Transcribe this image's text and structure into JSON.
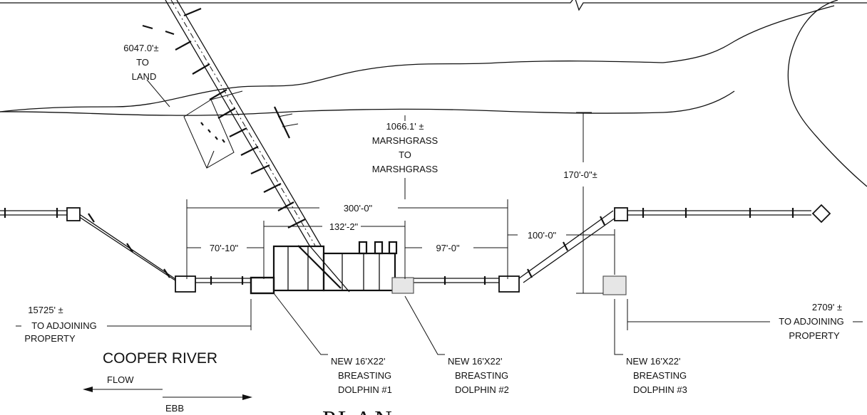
{
  "labels": {
    "to_land_dim": "6047.0'±",
    "to_land_to": "TO",
    "to_land_land": "LAND",
    "marsh_dim": "1066.1' ±",
    "marsh_l1": "MARSHGRASS",
    "marsh_l2": "TO",
    "marsh_l3": "MARSHGRASS",
    "dim_170": "170'-0\"±",
    "dim_300": "300'-0\"",
    "dim_132": "132'-2\"",
    "dim_70": "70'-10\"",
    "dim_97": "97'-0\"",
    "dim_100": "100'-0\"",
    "left_dim": "15725' ±",
    "left_to": "TO ADJOINING",
    "left_prop": "PROPERTY",
    "right_dim": "2709' ±",
    "right_to": "TO ADJOINING",
    "right_prop": "PROPERTY",
    "river": "COOPER RIVER",
    "flow": "FLOW",
    "ebb": "EBB",
    "d1_a": "NEW 16'X22'",
    "d1_b": "BREASTING",
    "d1_c": "DOLPHIN #1",
    "d2_a": "NEW 16'X22'",
    "d2_b": "BREASTING",
    "d2_c": "DOLPHIN #2",
    "d3_a": "NEW 16'X22'",
    "d3_b": "BREASTING",
    "d3_c": "DOLPHIN #3",
    "title": "PLAN"
  }
}
